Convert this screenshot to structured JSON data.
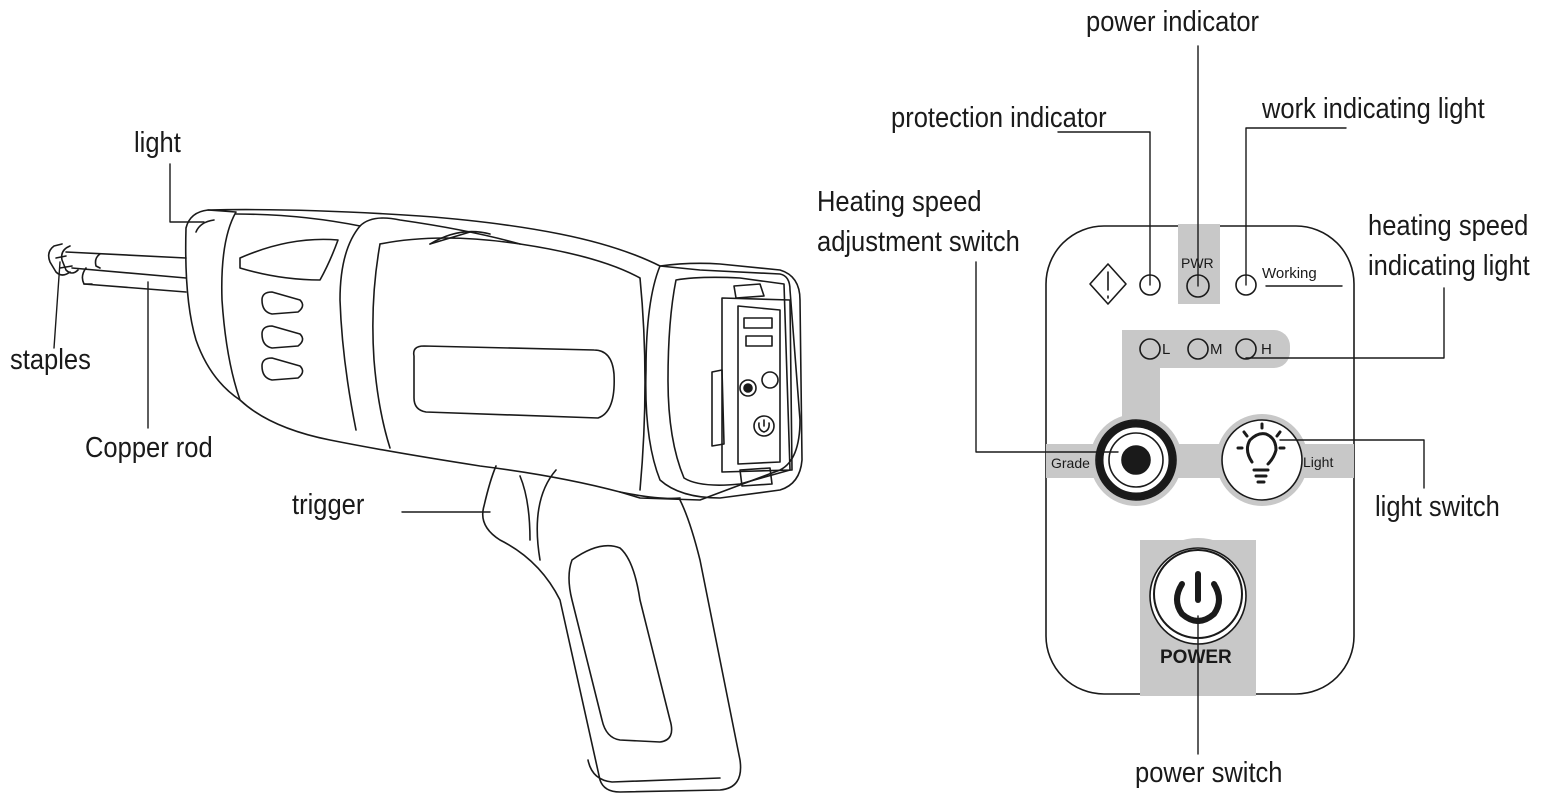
{
  "callouts": {
    "light": "light",
    "staples": "staples",
    "copper_rod": "Copper rod",
    "trigger": "trigger",
    "power_indicator": "power indicator",
    "protection_indicator": "protection indicator",
    "work_indicating_light": "work indicating light",
    "heating_speed_adjustment_switch_line1": "Heating speed",
    "heating_speed_adjustment_switch_line2": "adjustment switch",
    "heating_speed_indicating_light_line1": "heating speed",
    "heating_speed_indicating_light_line2": "indicating light",
    "light_switch": "light switch",
    "power_switch": "power switch"
  },
  "panel": {
    "pwr": "PWR",
    "working": "Working",
    "low": "L",
    "medium": "M",
    "high": "H",
    "grade": "Grade",
    "light": "Light",
    "power": "POWER"
  },
  "colors": {
    "line": "#1a1a1a",
    "panel_band": "#c8c8c8",
    "panel_face": "#ffffff"
  },
  "icons": [
    "warning-diamond-icon",
    "light-bulb-icon",
    "power-icon",
    "grade-target-icon"
  ]
}
